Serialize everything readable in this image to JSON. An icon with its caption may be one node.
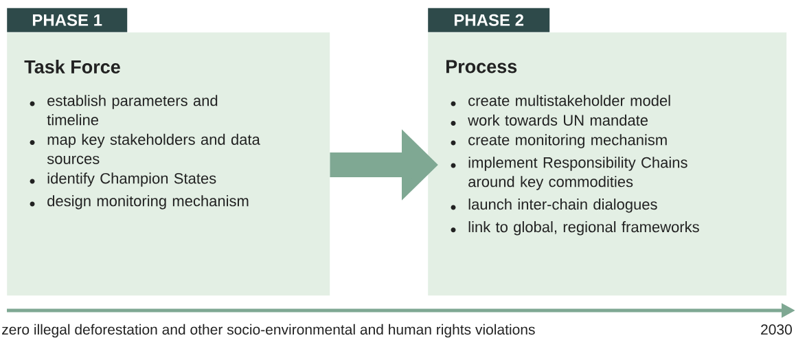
{
  "diagram": {
    "nodes": [
      {
        "text": [
          "PHASE 1",
          "Task Force",
          "establish parameters and timeline",
          "map key stakeholders and data sources",
          "identify Champion States",
          "design monitoring mechanism"
        ]
      },
      {
        "text": [
          "PHASE 2",
          "Process",
          "create multistakeholder model",
          "work towards UN mandate",
          "create monitoring mechanism",
          "implement Responsibility Chains around key commodities",
          "launch inter-chain dialogues",
          "link to global, regional frameworks"
        ]
      }
    ],
    "edges": [
      {
        "from": 0,
        "to": 1,
        "arrow": "to"
      }
    ],
    "labels": [
      "zero illegal deforestation and other socio-environmental and human rights violations",
      "2030"
    ]
  }
}
